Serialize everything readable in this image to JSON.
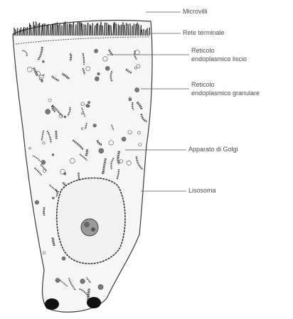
{
  "labels": {
    "microvilli": "Microvilli",
    "rete_terminale": "Rete terminale",
    "reticolo_liscio_1": "Reticolo",
    "reticolo_liscio_2": "endoplasmico liscio",
    "reticolo_granulare_1": "Reticolo",
    "reticolo_granulare_2": "endoplasmico granulare",
    "golgi": "Apparato di Golgi",
    "lisosoma": "Lisosoma"
  }
}
